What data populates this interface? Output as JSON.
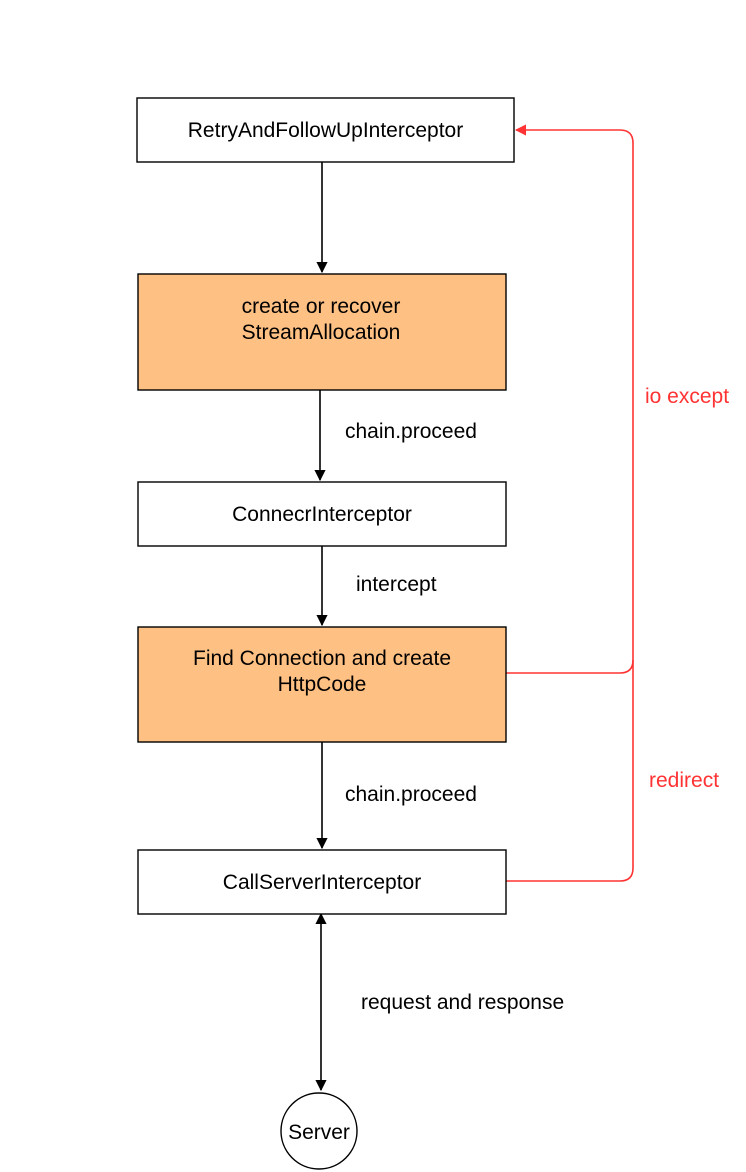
{
  "nodes": {
    "retry": {
      "lines": [
        "RetryAndFollowUpInterceptor"
      ]
    },
    "stream_allocation": {
      "lines": [
        "create or recover",
        "StreamAllocation"
      ]
    },
    "connect": {
      "lines": [
        "ConnecrInterceptor"
      ]
    },
    "find_connection": {
      "lines": [
        "Find Connection and create",
        "HttpCode"
      ]
    },
    "call_server": {
      "lines": [
        "CallServerInterceptor"
      ]
    },
    "server": {
      "lines": [
        "Server"
      ]
    }
  },
  "edges": {
    "chain_proceed_1": "chain.proceed",
    "intercept": "intercept",
    "chain_proceed_2": "chain.proceed",
    "request_response": "request and response"
  },
  "feedback": {
    "io_exception": "io except",
    "redirect": "redirect"
  },
  "colors": {
    "highlight_fill": "#ffc083",
    "node_fill": "#ffffff",
    "stroke": "#000000",
    "feedback": "#ff3333"
  }
}
